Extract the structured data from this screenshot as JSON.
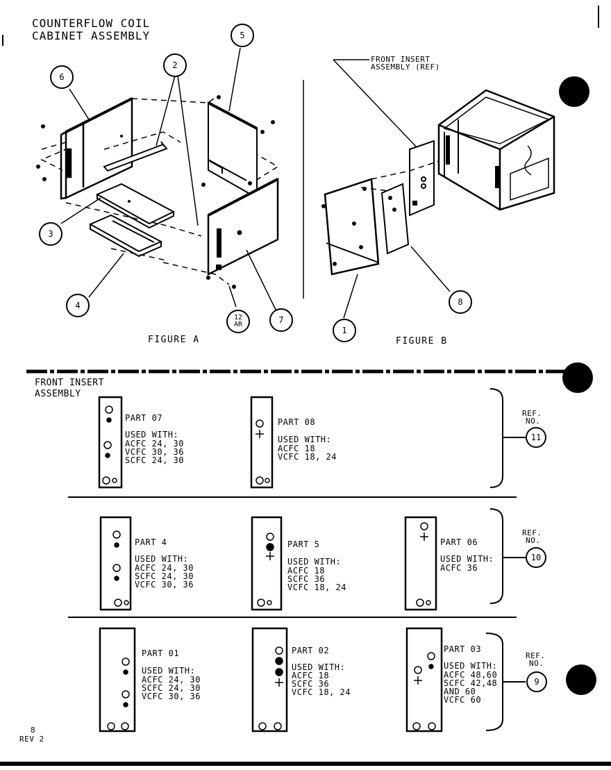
{
  "title": {
    "line1": "COUNTERFLOW COIL",
    "line2": "CABINET ASSEMBLY"
  },
  "figures": {
    "a": "FIGURE A",
    "b": "FIGURE B"
  },
  "front_insert_ref": {
    "line1": "FRONT INSERT",
    "line2": "ASSEMBLY (REF)"
  },
  "callouts": {
    "c1": "1",
    "c2": "2",
    "c3": "3",
    "c4": "4",
    "c5": "5",
    "c6": "6",
    "c7": "7",
    "c8": "8",
    "c12_top": "12",
    "c12_bottom": "AR"
  },
  "section_label": {
    "line1": "FRONT INSERT",
    "line2": "ASSEMBLY"
  },
  "ref_label": {
    "line1": "REF.",
    "line2": "NO."
  },
  "groups": [
    {
      "ref_no": "11",
      "parts": [
        {
          "name": "PART 07",
          "used_with": "USED WITH:",
          "lines": [
            "ACFC 24, 30",
            "VCFC 30, 36",
            "SCFC 24, 30"
          ]
        },
        {
          "name": "PART 08",
          "used_with": "USED WITH:",
          "lines": [
            "ACFC 18",
            "VCFC 18, 24"
          ]
        }
      ]
    },
    {
      "ref_no": "10",
      "parts": [
        {
          "name": "PART 4",
          "used_with": "USED WITH:",
          "lines": [
            "ACFC 24, 30",
            "SCFC 24, 30",
            "VCFC 30, 36"
          ]
        },
        {
          "name": "PART 5",
          "used_with": "USED WITH:",
          "lines": [
            "ACFC 18",
            "SCFC 36",
            "VCFC 18, 24"
          ]
        },
        {
          "name": "PART 06",
          "used_with": "USED WITH:",
          "lines": [
            "ACFC 36"
          ]
        }
      ]
    },
    {
      "ref_no": "9",
      "parts": [
        {
          "name": "PART 01",
          "used_with": "USED WITH:",
          "lines": [
            "ACFC 24, 30",
            "SCFC 24, 30",
            "VCFC 30, 36"
          ]
        },
        {
          "name": "PART 02",
          "used_with": "USED WITH:",
          "lines": [
            "ACFC 18",
            "SCFC 36",
            "VCFC 18, 24"
          ]
        },
        {
          "name": "PART 03",
          "used_with": "USED WITH:",
          "lines": [
            "ACFC 48,60",
            "SCFC 42,48",
            "AND 60",
            "VCFC 60"
          ]
        }
      ]
    }
  ],
  "footer": {
    "page": "8",
    "rev": "REV 2"
  }
}
